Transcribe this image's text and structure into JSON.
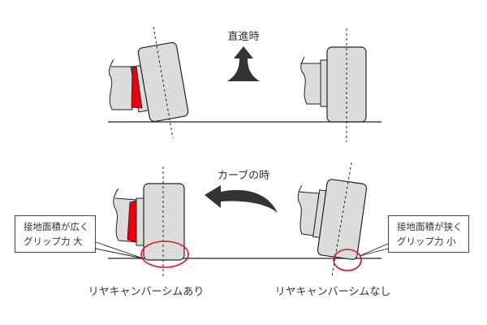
{
  "headings": {
    "straight": "直進時",
    "curve": "カーブの時"
  },
  "callouts": {
    "with_shim": {
      "line1": "接地面積が広く",
      "line2": "グリップ力 大"
    },
    "without_shim": {
      "line1": "接地面積が狭く",
      "line2": "グリップ力 小"
    }
  },
  "captions": {
    "with_shim": "リヤキャンバーシムあり",
    "without_shim": "リヤキャンバーシムなし"
  },
  "colors": {
    "tire": "#dcdcdc",
    "shim": "#e8000b",
    "highlight": "#e0141e",
    "arrow": "#333333",
    "outline": "#222222"
  }
}
